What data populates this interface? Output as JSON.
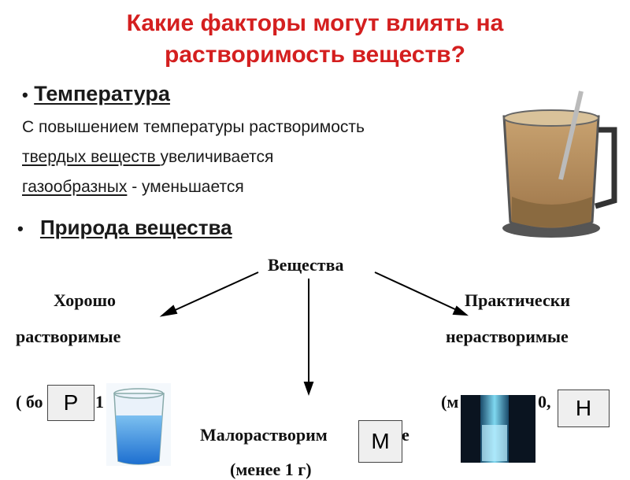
{
  "title": {
    "line1": "Какие факторы могут влиять на",
    "line2": "растворимость веществ?"
  },
  "temperature": {
    "bullet": "•",
    "heading": "Температура",
    "line1": "С повышением температуры растворимость",
    "solids": "твердых веществ ",
    "increases": "увеличивается",
    "gases": "газообразных",
    "decreases": " - уменьшается"
  },
  "nature": {
    "bullet": "•",
    "heading": "Природа вещества"
  },
  "scheme": {
    "root": "Вещества",
    "good_line1": "Хорошо",
    "good_line2": "растворимые",
    "good_amount": "( бо",
    "good_amount_tail": "1",
    "poor_line1": "Практически",
    "poor_line2": "нерастворимые",
    "poor_amount": "(м",
    "poor_amount_tail": "0,",
    "slight": "Малорастворим",
    "slight_tail": "е",
    "slight_amount": "(менее 1 г)"
  },
  "labels": {
    "good": "Р",
    "slight": "М",
    "poor": "Н"
  },
  "colors": {
    "title": "#d41f1f",
    "arrow": "#000000",
    "box_bg": "#efefef"
  }
}
